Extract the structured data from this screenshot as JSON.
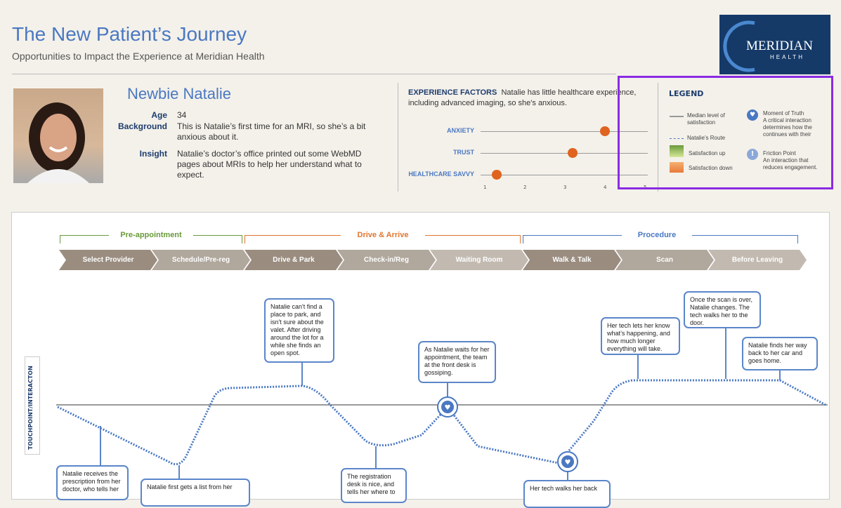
{
  "header": {
    "title": "The New Patient’s Journey",
    "subtitle": "Opportunities to Impact the Experience at Meridian Health",
    "logo_text": "MERIDIAN HEALTH"
  },
  "persona": {
    "name": "Newbie Natalie",
    "fields": [
      {
        "label": "Age",
        "value": "34"
      },
      {
        "label": "Background",
        "value": "This is Natalie’s first time for an MRI, so she’s a bit anxious about it."
      },
      {
        "label": "Insight",
        "value": "Natalie’s doctor’s office printed out some WebMD pages about MRIs to help her understand what to expect."
      }
    ]
  },
  "experience_factors": {
    "heading": "EXPERIENCE FACTORS",
    "description": "Natalie has little healthcare experience, including advanced imaging, so she's anxious.",
    "scale": [
      "1",
      "2",
      "3",
      "4",
      "5"
    ],
    "factors": [
      {
        "label": "ANXIETY",
        "value": 4.0
      },
      {
        "label": "TRUST",
        "value": 3.2
      },
      {
        "label": "HEALTHCARE SAVVY",
        "value": 1.3
      }
    ],
    "dot_color": "#e0631f"
  },
  "legend": {
    "title": "LEGEND",
    "items": [
      {
        "label": "Median level of satisfaction",
        "icon": "solid-line"
      },
      {
        "label": "Natalie’s Route",
        "icon": "dotted-line"
      },
      {
        "label": "Satisfaction up",
        "icon": "green-swatch"
      },
      {
        "label": "Satisfaction down",
        "icon": "orange-swatch"
      },
      {
        "label": "Moment of Truth",
        "desc": "A critical interaction determines how the continues with their",
        "icon": "heart-icon"
      },
      {
        "label": "Friction Point",
        "desc": "An interaction that reduces engagement.",
        "icon": "exclamation-icon"
      }
    ]
  },
  "phases": [
    {
      "label": "Pre-appointment",
      "color": "#6a9a3a"
    },
    {
      "label": "Drive & Arrive",
      "color": "#e0762f"
    },
    {
      "label": "Procedure",
      "color": "#4a78c2"
    }
  ],
  "steps": [
    "Select Provider",
    "Schedule/Pre-reg",
    "Drive & Park",
    "Check-in/Reg",
    "Waiting Room",
    "Walk & Talk",
    "Scan",
    "Before Leaving"
  ],
  "axis_label": "TOUCHPOINT/INTERACTON",
  "callouts": [
    "Natalie can't find a place to park, and isn't sure about the valet. After driving around the lot for a while she finds an open spot.",
    "As Natalie waits for her appointment, the team at the front desk is gossiping.",
    "Her tech lets her know what’s happening, and how much longer everything will take.",
    "Once the scan is over, Natalie changes. The tech walks her to the door.",
    "Natalie finds her way back to her car and goes home.",
    "Natalie receives the prescription from her doctor, who tells her",
    "Natalie first gets a list from her",
    "The registration desk is nice, and tells her where to",
    "Her tech walks her back"
  ]
}
